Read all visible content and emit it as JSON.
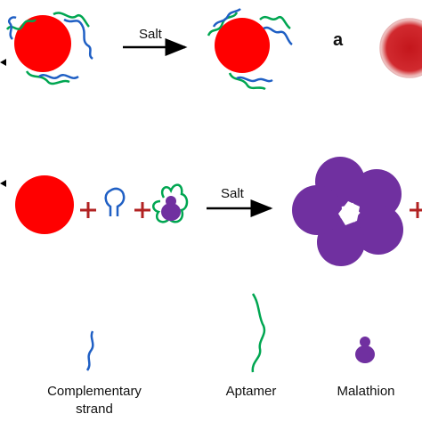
{
  "top_row": {
    "arrow_label": "Salt",
    "panel_letter": "a"
  },
  "middle_row": {
    "arrow_label": "Salt"
  },
  "legend": {
    "complementary_line1": "Complementary",
    "complementary_line2": "strand",
    "aptamer": "Aptamer",
    "malathion": "Malathion"
  },
  "colors": {
    "gold_nanoparticle": "#ff0000",
    "aggregate": "#7030a0",
    "aptamer_strand": "#00a651",
    "complementary_strand": "#1f5fc4",
    "plus_sign": "#b22222",
    "solution": "#c4161c"
  }
}
